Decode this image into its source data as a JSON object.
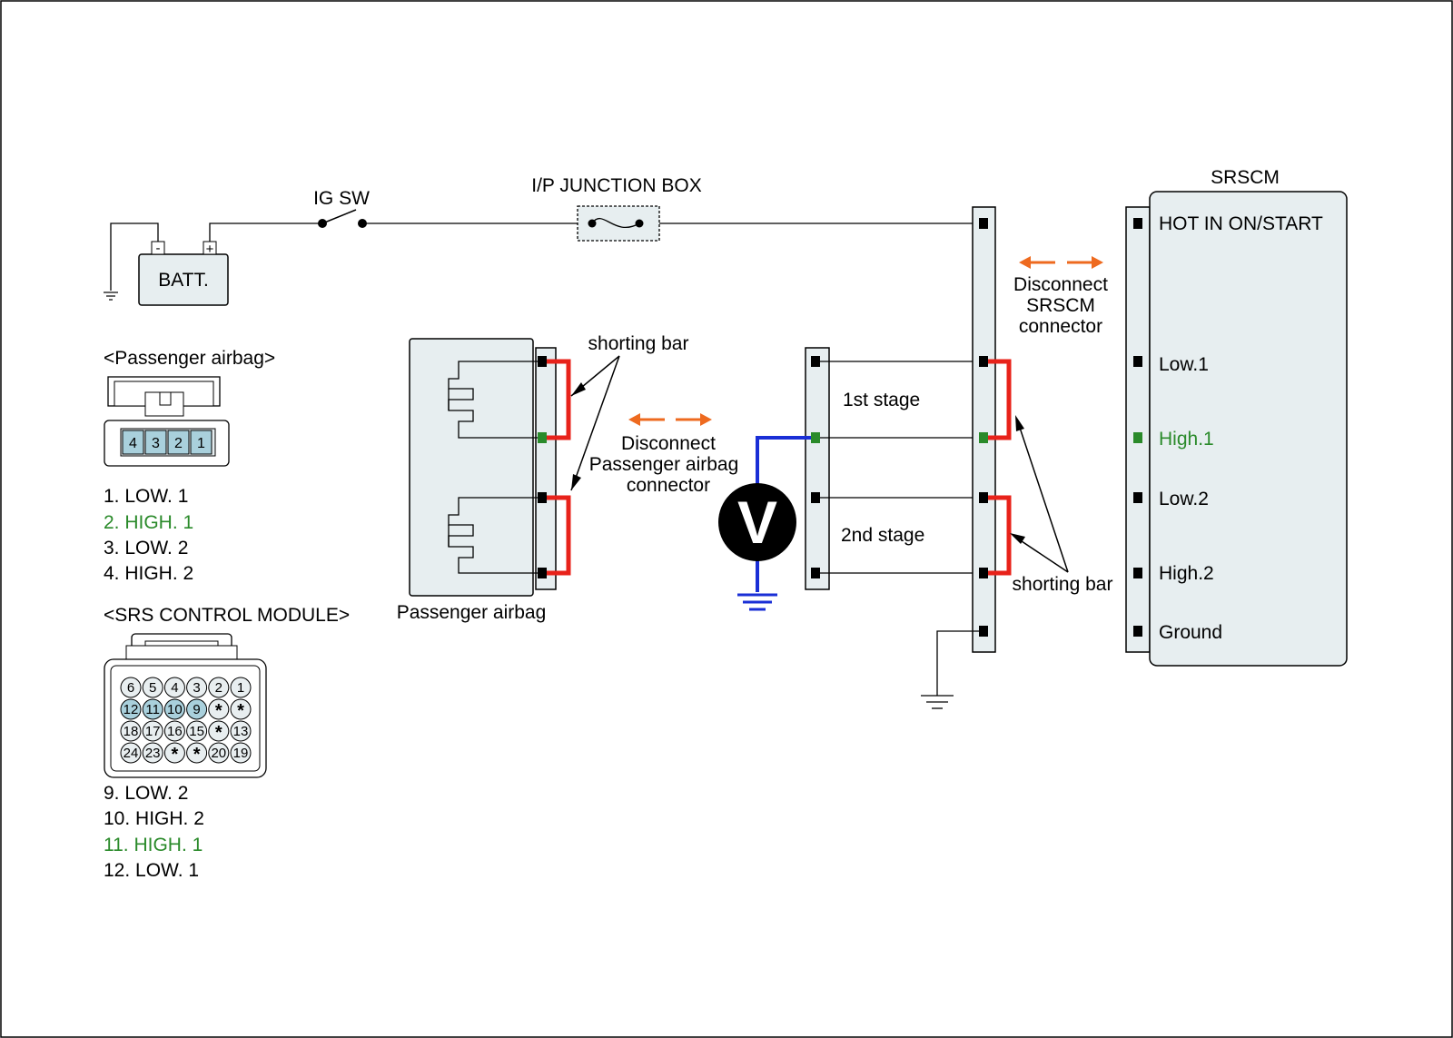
{
  "colors": {
    "highlight": "#2a8a2a",
    "shorting_bar": "#e8221a",
    "probe_wire": "#1a2fd6",
    "disconnect_arrow": "#ee6a1f",
    "panel_fill": "#e7eef0",
    "pin_fill": "#a9d0dc"
  },
  "labels": {
    "ig_sw": "IG SW",
    "junction_box": "I/P JUNCTION BOX",
    "battery": "BATT.",
    "battery_neg": "-",
    "battery_pos": "+",
    "srscm": "SRSCM",
    "hot": "HOT IN ON/START",
    "low1": "Low.1",
    "high1": "High.1",
    "low2": "Low.2",
    "high2": "High.2",
    "ground": "Ground",
    "disc_srscm_1": "Disconnect",
    "disc_srscm_2": "SRSCM",
    "disc_srscm_3": "connector",
    "disc_pab_1": "Disconnect",
    "disc_pab_2": "Passenger airbag",
    "disc_pab_3": "connector",
    "shorting_bar_top": "shorting bar",
    "shorting_bar_bottom": "shorting bar",
    "first_stage": "1st stage",
    "second_stage": "2nd stage",
    "passenger_airbag": "Passenger airbag",
    "voltmeter": "V"
  },
  "passenger_connector": {
    "title": "<Passenger airbag>",
    "pins": [
      "4",
      "3",
      "2",
      "1"
    ],
    "legend": [
      "1. LOW. 1",
      "2. HIGH. 1",
      "3. LOW. 2",
      "4. HIGH. 2"
    ]
  },
  "srs_module_connector": {
    "title": "<SRS CONTROL MODULE>",
    "rows": [
      [
        "6",
        "5",
        "4",
        "3",
        "2",
        "1"
      ],
      [
        "12",
        "11",
        "10",
        "9",
        "*",
        "*"
      ],
      [
        "18",
        "17",
        "16",
        "15",
        "*",
        "13"
      ],
      [
        "24",
        "23",
        "*",
        "*",
        "20",
        "19"
      ]
    ],
    "legend": [
      "9. LOW. 2",
      "10. HIGH. 2",
      "11. HIGH. 1",
      "12. LOW. 1"
    ]
  }
}
